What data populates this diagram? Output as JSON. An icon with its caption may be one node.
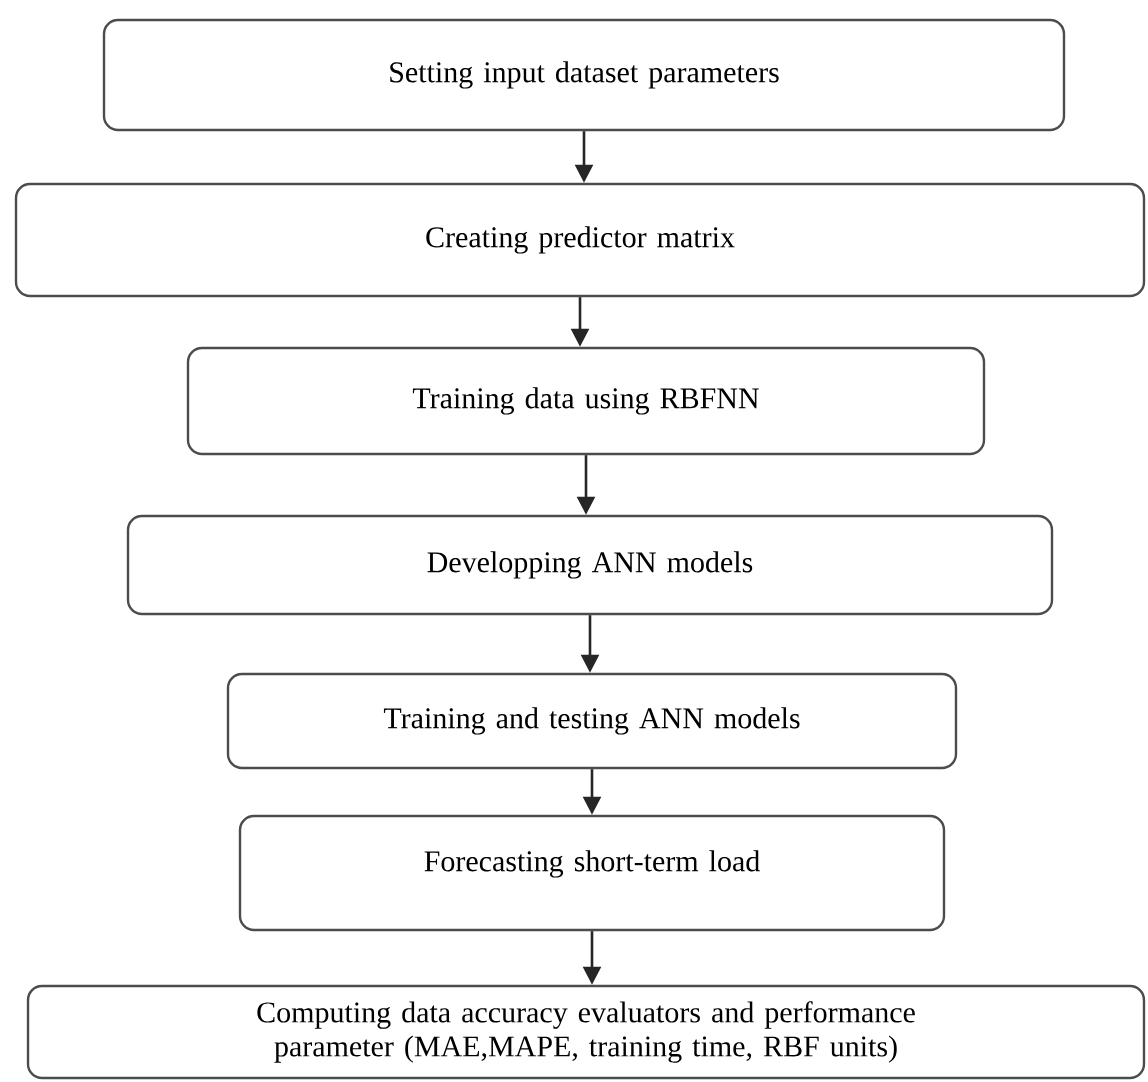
{
  "diagram": {
    "nodes": [
      {
        "text": [
          "Setting input dataset parameters"
        ]
      },
      {
        "text": [
          "Creating predictor matrix"
        ]
      },
      {
        "text": [
          "Training data using RBFNN"
        ]
      },
      {
        "text": [
          "Developping ANN models"
        ]
      },
      {
        "text": [
          "Training and testing ANN models"
        ]
      },
      {
        "text": [
          "Forecasting short-term load"
        ]
      },
      {
        "text": [
          "Computing data accuracy evaluators and performance parameter (MAE,MAPE, training time, RBF units)"
        ]
      }
    ],
    "edges": [
      {
        "from": 0,
        "to": 1,
        "arrow": "to"
      },
      {
        "from": 1,
        "to": 2,
        "arrow": "to"
      },
      {
        "from": 2,
        "to": 3,
        "arrow": "to"
      },
      {
        "from": 3,
        "to": 4,
        "arrow": "to"
      },
      {
        "from": 4,
        "to": 5,
        "arrow": "to"
      },
      {
        "from": 5,
        "to": 6,
        "arrow": "to"
      }
    ]
  }
}
